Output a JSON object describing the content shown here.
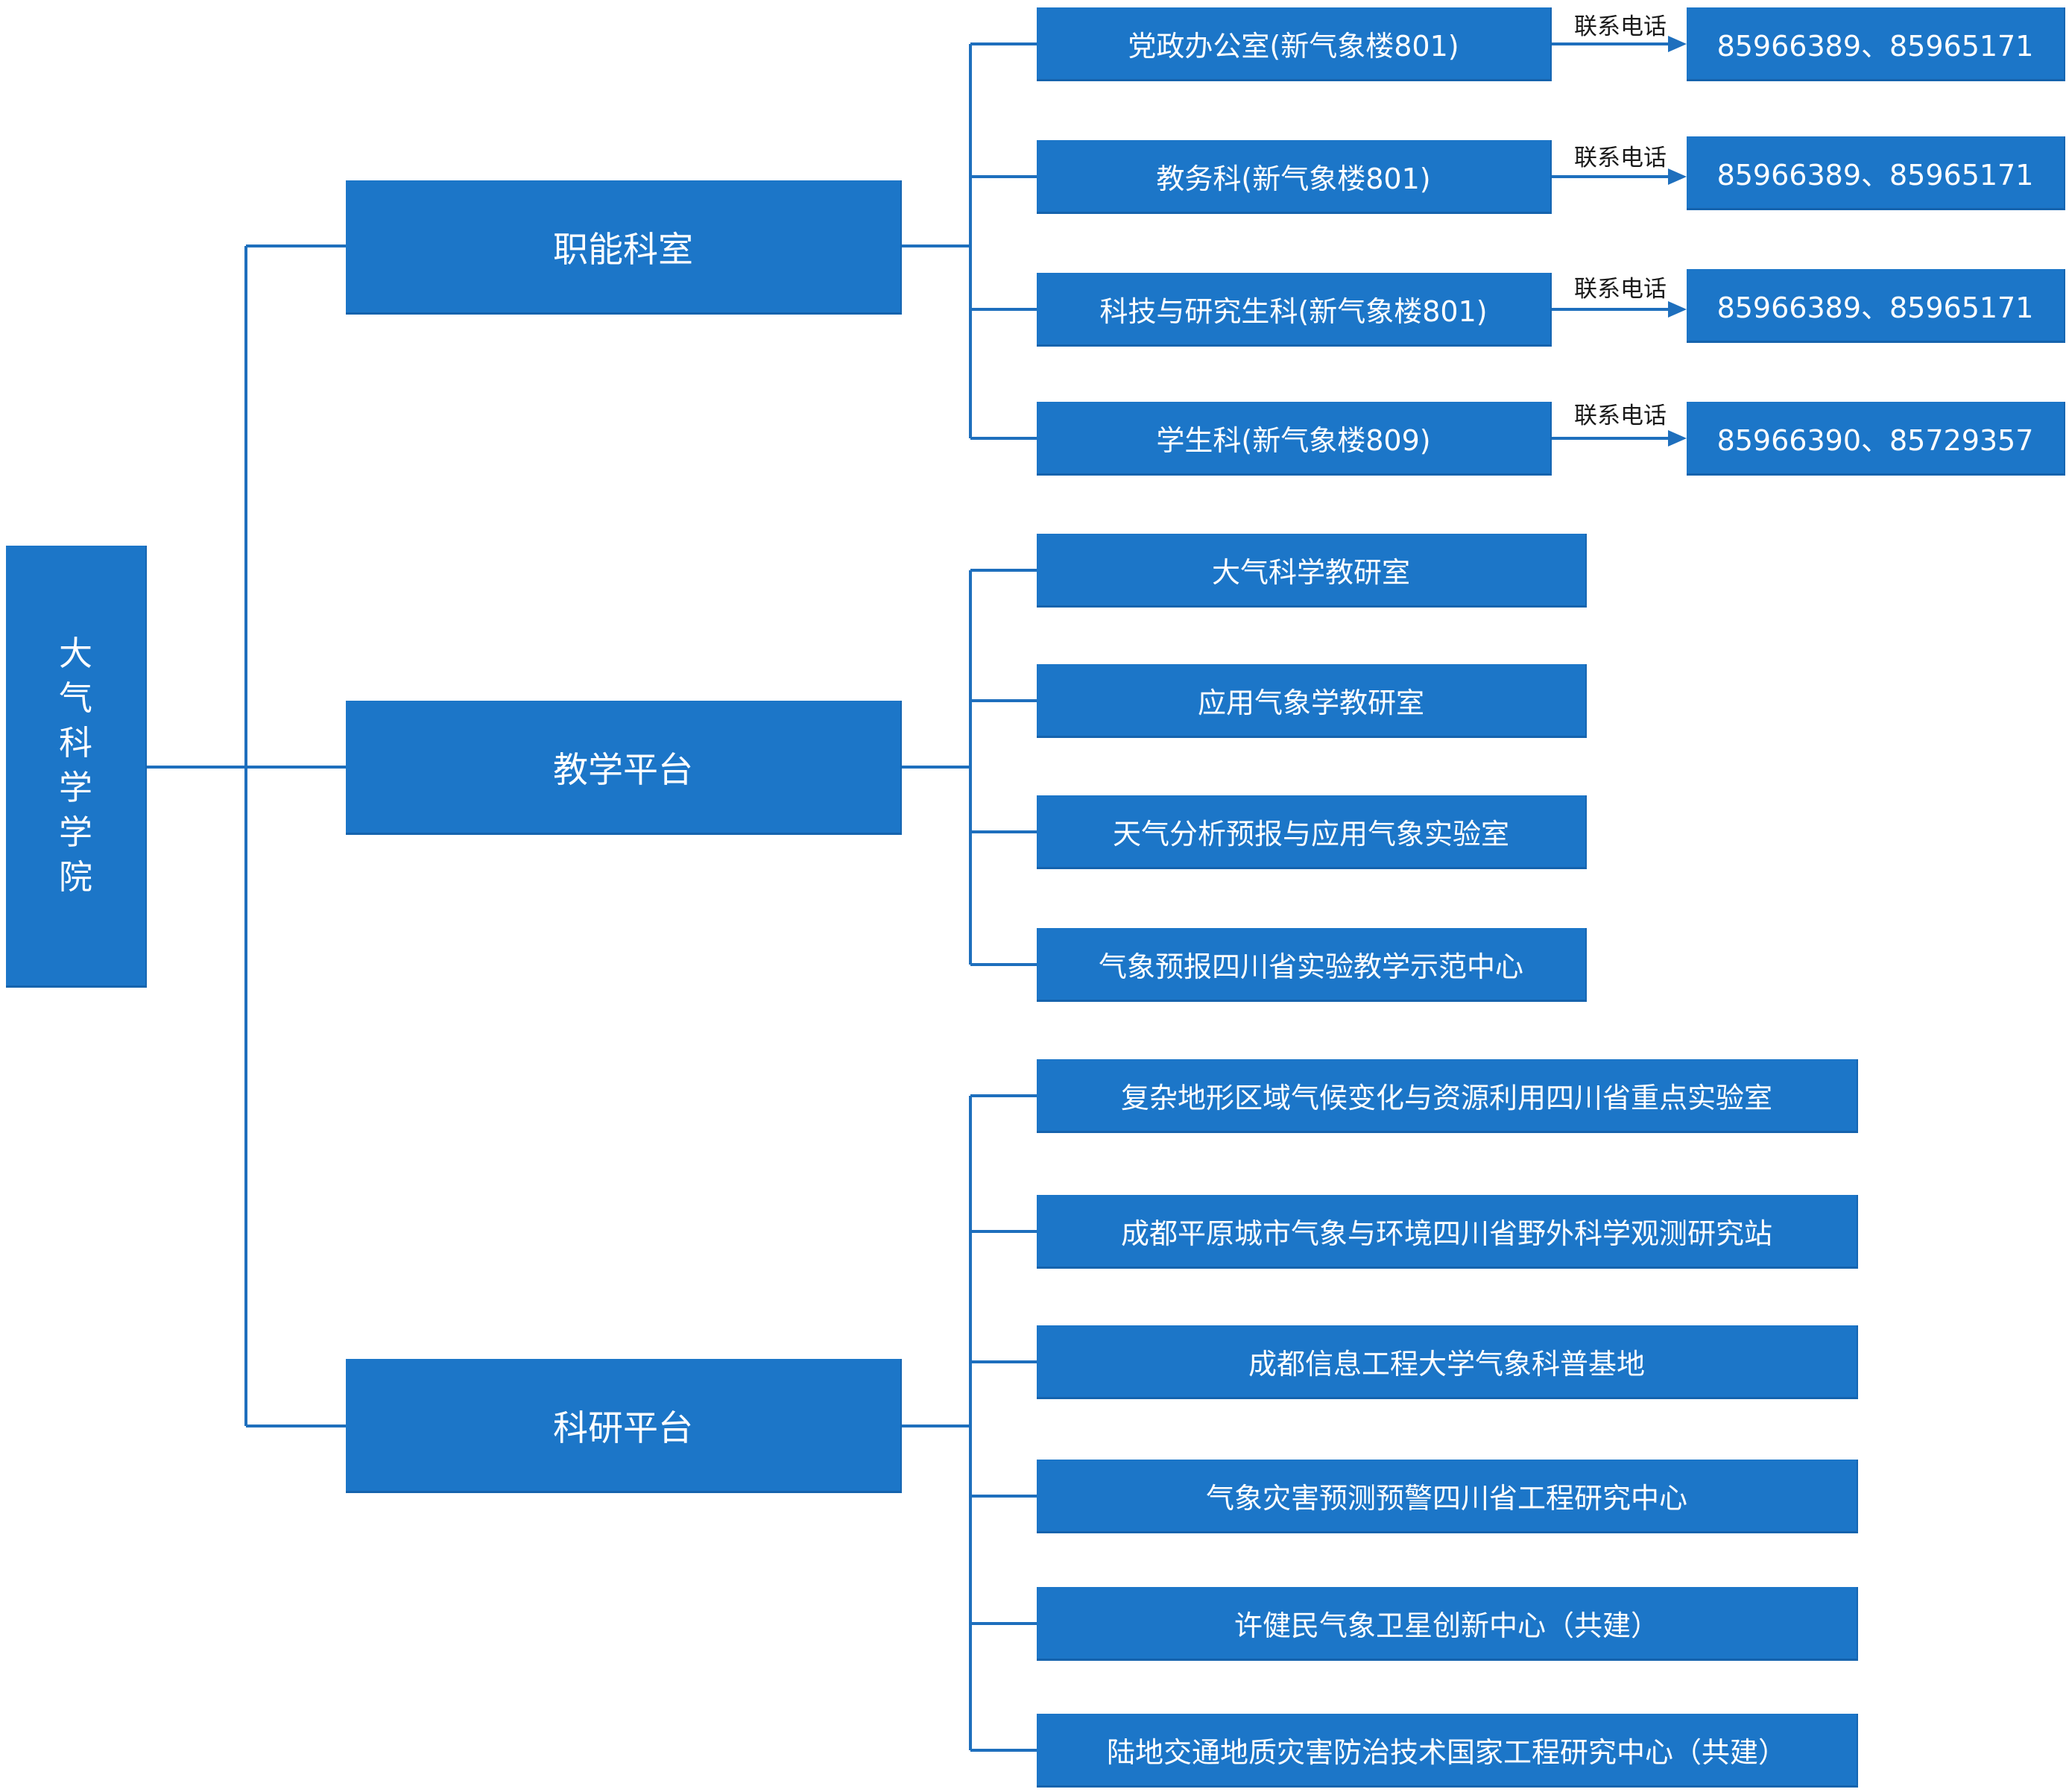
{
  "root": {
    "label": [
      "大",
      "气",
      "科",
      "学",
      "学",
      "院"
    ]
  },
  "categories": [
    {
      "label": "职能科室",
      "items": [
        {
          "label": "党政办公室(新气象楼801)",
          "connector": "联系电话",
          "phone": "85966389、85965171"
        },
        {
          "label": "教务科(新气象楼801)",
          "connector": "联系电话",
          "phone": "85966389、85965171"
        },
        {
          "label": "科技与研究生科(新气象楼801)",
          "connector": "联系电话",
          "phone": "85966389、85965171"
        },
        {
          "label": "学生科(新气象楼809)",
          "connector": "联系电话",
          "phone": "85966390、85729357"
        }
      ]
    },
    {
      "label": "教学平台",
      "items": [
        {
          "label": "大气科学教研室"
        },
        {
          "label": "应用气象学教研室"
        },
        {
          "label": "天气分析预报与应用气象实验室"
        },
        {
          "label": "气象预报四川省实验教学示范中心"
        }
      ]
    },
    {
      "label": "科研平台",
      "items": [
        {
          "label": "复杂地形区域气候变化与资源利用四川省重点实验室"
        },
        {
          "label": "成都平原城市气象与环境四川省野外科学观测研究站"
        },
        {
          "label": "成都信息工程大学气象科普基地"
        },
        {
          "label": "气象灾害预测预警四川省工程研究中心"
        },
        {
          "label": "许健民气象卫星创新中心（共建）"
        },
        {
          "label": "陆地交通地质灾害防治技术国家工程研究中心（共建）"
        }
      ]
    }
  ],
  "colors": {
    "node_fill": "#1c76c8",
    "line": "#1e6fbd",
    "text_on_node": "#ffffff",
    "label_text": "#1a1a1a"
  }
}
